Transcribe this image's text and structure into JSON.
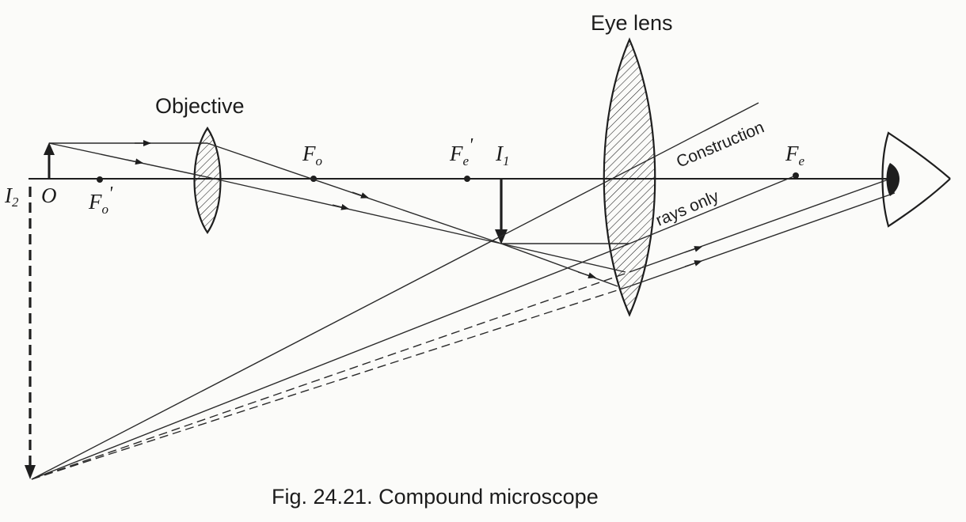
{
  "labels": {
    "objective": "Objective",
    "eye_lens": "Eye lens",
    "construction": "Construction",
    "rays_only": "rays only",
    "caption": "Fig. 24.21. Compound microscope"
  },
  "points": {
    "i2": {
      "main": "I",
      "sub": "2"
    },
    "o": {
      "main": "O"
    },
    "fo_prime": {
      "main": "F",
      "sub": "o",
      "prime": "'"
    },
    "fo": {
      "main": "F",
      "sub": "o"
    },
    "fe_prime": {
      "main": "F",
      "sub": "e",
      "prime": "'"
    },
    "i1": {
      "main": "I",
      "sub": "1"
    },
    "fe": {
      "main": "F",
      "sub": "e"
    }
  },
  "colors": {
    "ink": "#1e1e1e",
    "paper": "#fbfbf9"
  }
}
